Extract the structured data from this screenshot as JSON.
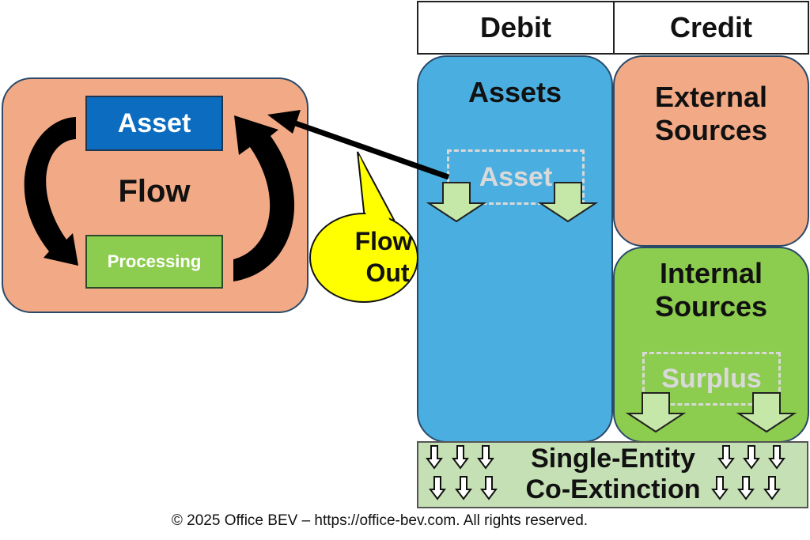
{
  "headers": {
    "debit": "Debit",
    "credit": "Credit"
  },
  "left_panel": {
    "asset_label": "Asset",
    "flow_label": "Flow",
    "processing_label": "Processing"
  },
  "callout": {
    "line1": "Flow",
    "line2": "Out"
  },
  "assets_panel": {
    "title": "Assets",
    "inner_label": "Asset"
  },
  "external_panel": {
    "line1": "External",
    "line2": "Sources"
  },
  "internal_panel": {
    "line1": "Internal",
    "line2": "Sources",
    "inner_label": "Surplus"
  },
  "bottom_strip": {
    "line1": "Single-Entity",
    "line2": "Co-Extinction"
  },
  "footer": {
    "copyright": "© 2025 Office BEV – https://office-bev.com. All rights reserved."
  },
  "colors": {
    "left_panel": "#f2aa86",
    "asset_box": "#0b6cc0",
    "processing_box": "#8ccc4e",
    "assets_panel": "#4aafe0",
    "external_panel": "#f2aa86",
    "internal_panel": "#8ccc4e",
    "bottom_strip": "#c5e0b4",
    "callout": "#ffff00",
    "down_arrow": "#c5e8a8"
  }
}
